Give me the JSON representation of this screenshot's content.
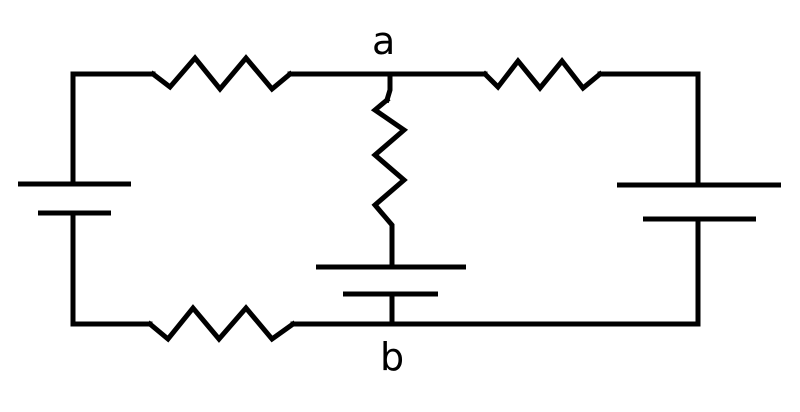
{
  "diagram": {
    "type": "circuit-schematic",
    "nodes": [
      {
        "id": "a",
        "label": "a"
      },
      {
        "id": "b",
        "label": "b"
      }
    ],
    "components": [
      {
        "id": "R1",
        "kind": "resistor",
        "position": "top-left branch"
      },
      {
        "id": "R2",
        "kind": "resistor",
        "position": "top-right branch"
      },
      {
        "id": "R3",
        "kind": "resistor",
        "position": "middle vertical branch (a to b)"
      },
      {
        "id": "R4",
        "kind": "resistor",
        "position": "bottom-left branch"
      },
      {
        "id": "E1",
        "kind": "battery",
        "position": "left vertical branch"
      },
      {
        "id": "E2",
        "kind": "battery",
        "position": "right vertical branch"
      },
      {
        "id": "E3",
        "kind": "battery",
        "position": "middle vertical branch (above b)"
      }
    ],
    "colors": {
      "line": "#000000",
      "background": "#ffffff"
    }
  }
}
